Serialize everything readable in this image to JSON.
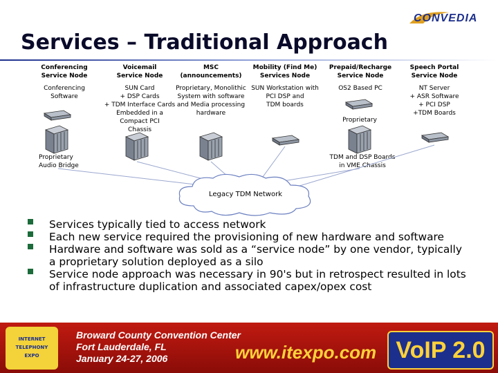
{
  "logo": {
    "text": "CONVEDIA"
  },
  "title": "Services – Traditional Approach",
  "columns": [
    {
      "header": [
        "Conferencing",
        "Service Node"
      ],
      "description": [
        "Conferencing",
        "Software"
      ]
    },
    {
      "header": [
        "Voicemail",
        "Service Node"
      ],
      "description": [
        "SUN Card",
        "+ DSP Cards",
        "+ TDM Interface Cards",
        "Embedded in a",
        "Compact PCI",
        "Chassis"
      ]
    },
    {
      "header": [
        "MSC",
        "(announcements)"
      ],
      "description": [
        "Proprietary, Monolithic",
        "System with software",
        "and Media processing",
        "hardware"
      ]
    },
    {
      "header": [
        "Mobility (Find Me)",
        "Services Node"
      ],
      "description": [
        "SUN Workstation with",
        "PCI DSP and",
        "TDM boards"
      ]
    },
    {
      "header": [
        "Prepaid/Recharge",
        "Service Node"
      ],
      "description": [
        "OS2 Based PC"
      ]
    },
    {
      "header": [
        "Speech Portal",
        "Service Node"
      ],
      "description": [
        "NT Server",
        "+ ASR Software",
        "+ PCI DSP",
        "+TDM Boards"
      ]
    }
  ],
  "annotations": {
    "proprietary_bridge": [
      "Proprietary",
      "Audio Bridge"
    ],
    "proprietary": "Proprietary",
    "tdm_dsp": [
      "TDM and DSP Boards",
      "in VME Chassis"
    ]
  },
  "network_label": "Legacy TDM Network",
  "bullets": [
    "Services typically tied to access network",
    "Each new service required the provisioning of new hardware and software",
    "Hardware and software was sold as a “service node” by one vendor, typically a proprietary solution deployed as a silo",
    "Service node approach was necessary in 90's but in retrospect resulted in lots of infrastructure duplication and associated capex/opex cost"
  ],
  "banner": {
    "badge": [
      "INTERNET",
      "TELEPHONY",
      "EXPO"
    ],
    "venue": "Broward County Convention Center",
    "city": "Fort Lauderdale, FL",
    "dates": "January 24-27, 2006",
    "url": "www.itexpo.com",
    "voip": "VoIP 2.0"
  },
  "colors": {
    "title": "#0a0a2a",
    "accent": "#1c2f8c",
    "banner_red": "#c01a10",
    "banner_yellow": "#ffd23a"
  }
}
